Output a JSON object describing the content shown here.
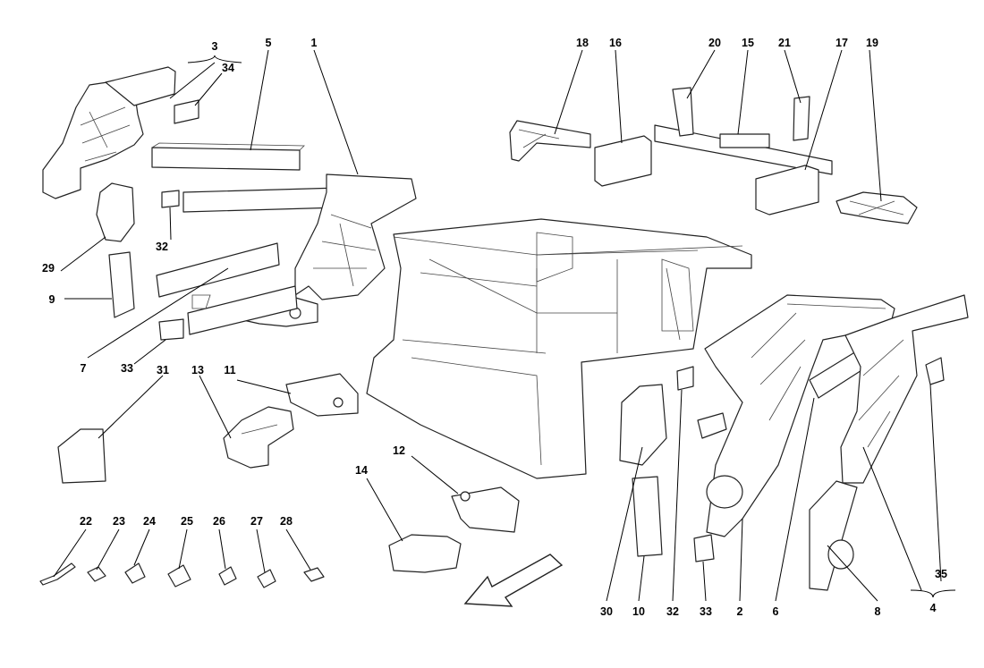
{
  "callouts": {
    "c1": "1",
    "c2": "2",
    "c3": "3",
    "c4": "4",
    "c5": "5",
    "c6": "6",
    "c7": "7",
    "c8": "8",
    "c9": "9",
    "c10": "10",
    "c11": "11",
    "c12": "12",
    "c13": "13",
    "c14": "14",
    "c15": "15",
    "c16": "16",
    "c17": "17",
    "c18": "18",
    "c19": "19",
    "c20": "20",
    "c21": "21",
    "c22": "22",
    "c23": "23",
    "c24": "24",
    "c25": "25",
    "c26": "26",
    "c27": "27",
    "c28": "28",
    "c29": "29",
    "c30": "30",
    "c31": "31",
    "c32a": "32",
    "c32b": "32",
    "c33a": "33",
    "c33b": "33",
    "c34": "34",
    "c35": "35"
  },
  "icons": {
    "direction_arrow": "arrow-front-icon"
  },
  "colors": {
    "line": "#222222",
    "background": "#ffffff"
  }
}
